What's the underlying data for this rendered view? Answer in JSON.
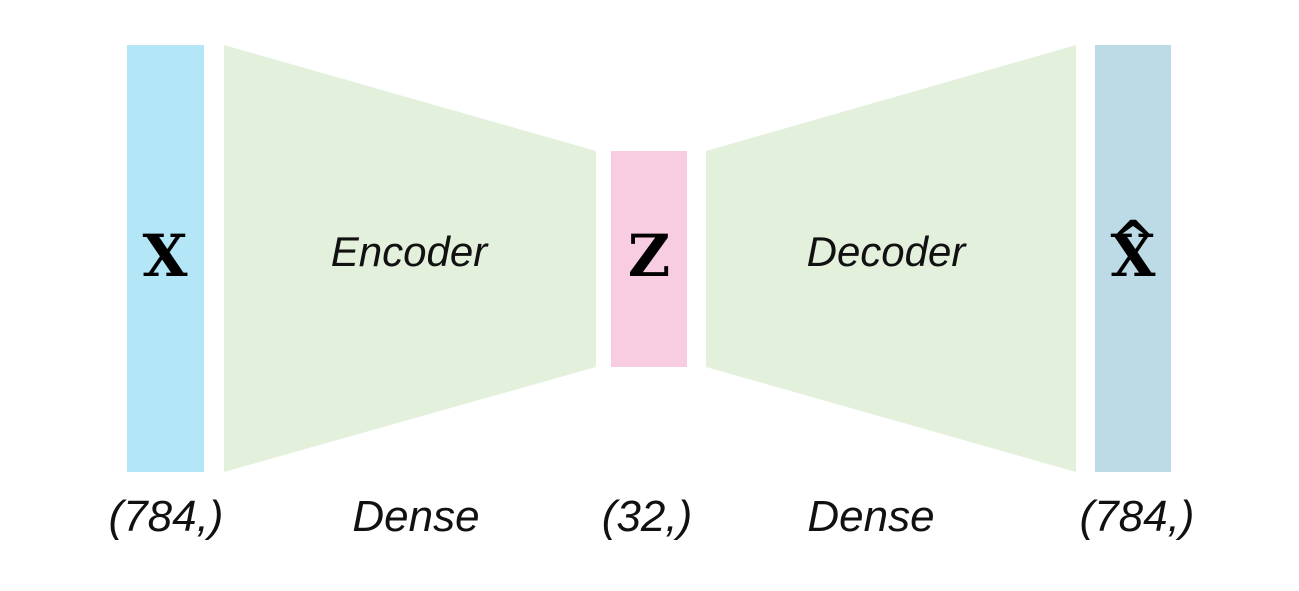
{
  "diagram": {
    "input": {
      "symbol": "X",
      "shape": "(784,)",
      "color": "#b3e7f7"
    },
    "encoder": {
      "label": "Encoder",
      "layer_type": "Dense",
      "color": "#e3f0dc"
    },
    "latent": {
      "symbol": "Z",
      "shape": "(32,)",
      "color": "#f8cde1"
    },
    "decoder": {
      "label": "Decoder",
      "layer_type": "Dense",
      "color": "#e3f0dc"
    },
    "output": {
      "symbol": "X",
      "hat": "^",
      "shape": "(784,)",
      "color": "#bcdbe6"
    }
  }
}
